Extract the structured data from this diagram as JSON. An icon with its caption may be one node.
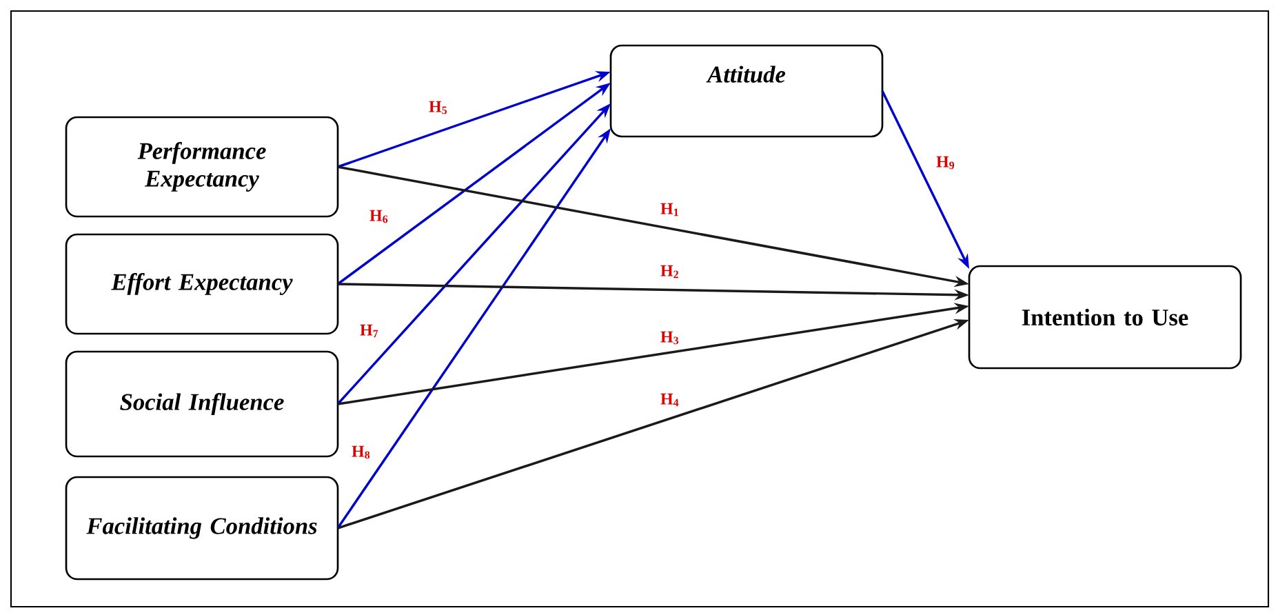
{
  "diagram": {
    "nodes": [
      {
        "text": [
          "Performance Expectancy"
        ]
      },
      {
        "text": [
          "Effort Expectancy"
        ]
      },
      {
        "text": [
          "Social Influence"
        ]
      },
      {
        "text": [
          "Facilitating Conditions"
        ]
      },
      {
        "text": [
          "Attitude"
        ]
      },
      {
        "text": [
          "Intention to Use"
        ]
      }
    ],
    "edges": [
      {
        "from": 0,
        "to": 4,
        "arrow": "to",
        "label": "H$_{5}$",
        "color": "#0000cc"
      },
      {
        "from": 1,
        "to": 4,
        "arrow": "to",
        "label": "H$_{6}$",
        "color": "#0000cc"
      },
      {
        "from": 2,
        "to": 4,
        "arrow": "to",
        "label": "H$_{7}$",
        "color": "#0000cc"
      },
      {
        "from": 3,
        "to": 4,
        "arrow": "to",
        "label": "H$_{8}$",
        "color": "#0000cc"
      },
      {
        "from": 0,
        "to": 5,
        "arrow": "to",
        "label": "H$_{1}$",
        "color": "#1a1a1a"
      },
      {
        "from": 1,
        "to": 5,
        "arrow": "to",
        "label": "H$_{2}$",
        "color": "#1a1a1a"
      },
      {
        "from": 2,
        "to": 5,
        "arrow": "to",
        "label": "H$_{3}$",
        "color": "#1a1a1a"
      },
      {
        "from": 3,
        "to": 5,
        "arrow": "to",
        "label": "H$_{4}$",
        "color": "#1a1a1a"
      },
      {
        "from": 4,
        "to": 5,
        "arrow": "to",
        "label": "H$_{9}$",
        "color": "#0000cc"
      }
    ]
  }
}
